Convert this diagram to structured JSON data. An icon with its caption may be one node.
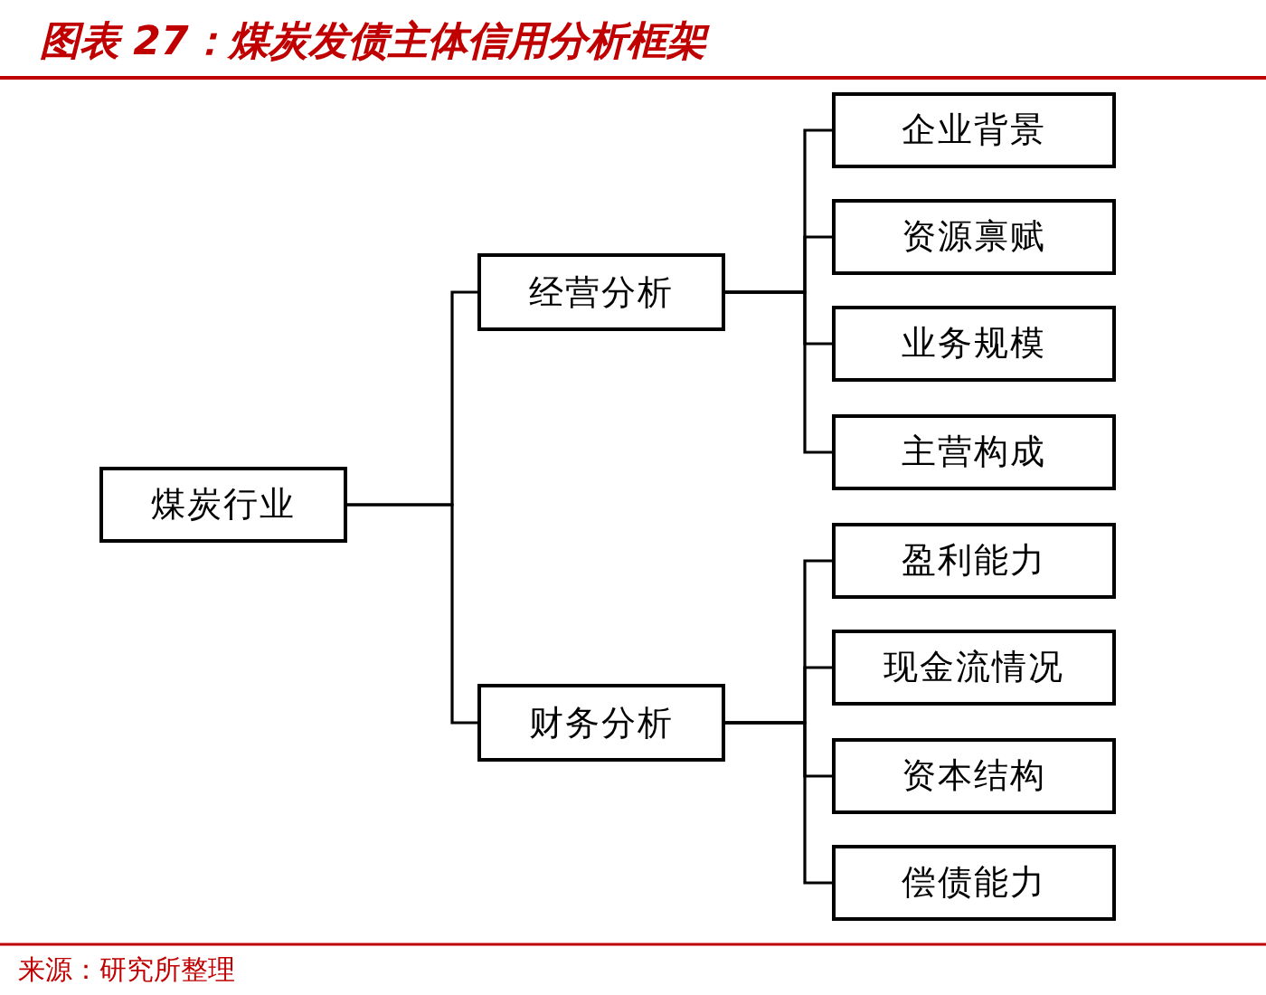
{
  "diagram": {
    "title": "图表 27：煤炭发债主体信用分析框架",
    "nodes": [
      {
        "text": [
          "煤炭行业"
        ]
      },
      {
        "text": [
          "经营分析"
        ]
      },
      {
        "text": [
          "财务分析"
        ]
      },
      {
        "text": [
          "企业背景"
        ]
      },
      {
        "text": [
          "资源禀赋"
        ]
      },
      {
        "text": [
          "业务规模"
        ]
      },
      {
        "text": [
          "主营构成"
        ]
      },
      {
        "text": [
          "盈利能力"
        ]
      },
      {
        "text": [
          "现金流情况"
        ]
      },
      {
        "text": [
          "资本结构"
        ]
      },
      {
        "text": [
          "偿债能力"
        ]
      }
    ],
    "edges": [
      {
        "from": 0,
        "to": 1,
        "arrow": "none"
      },
      {
        "from": 0,
        "to": 2,
        "arrow": "none"
      },
      {
        "from": 1,
        "to": 3,
        "arrow": "none"
      },
      {
        "from": 1,
        "to": 4,
        "arrow": "none"
      },
      {
        "from": 1,
        "to": 5,
        "arrow": "none"
      },
      {
        "from": 1,
        "to": 6,
        "arrow": "none"
      },
      {
        "from": 2,
        "to": 7,
        "arrow": "none"
      },
      {
        "from": 2,
        "to": 8,
        "arrow": "none"
      },
      {
        "from": 2,
        "to": 9,
        "arrow": "none"
      },
      {
        "from": 2,
        "to": 10,
        "arrow": "none"
      }
    ],
    "caption": "来源：研究所整理"
  }
}
